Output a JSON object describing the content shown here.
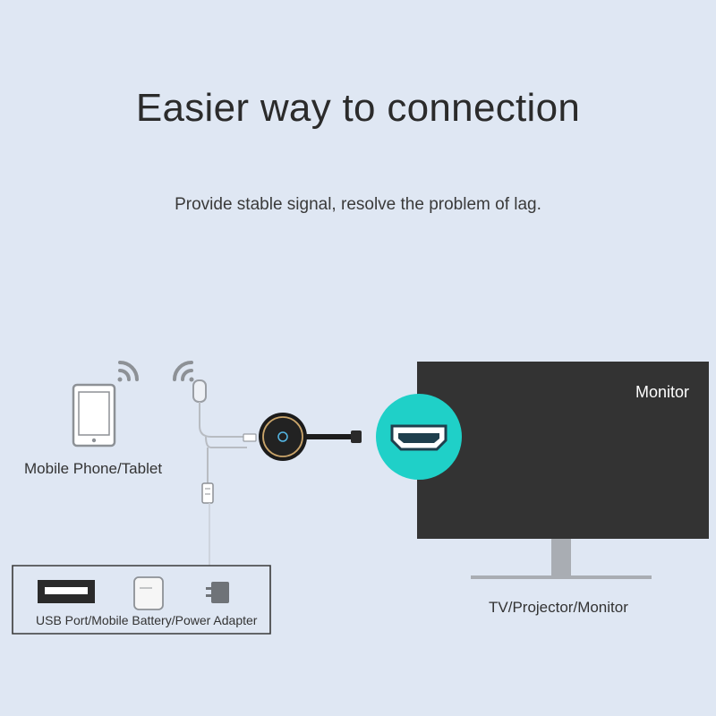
{
  "header": {
    "title": "Easier way to connection",
    "subtitle": "Provide stable signal, resolve the problem of lag."
  },
  "source": {
    "label": "Mobile Phone/Tablet",
    "icons": [
      "tablet-icon",
      "wifi-signal-icon"
    ]
  },
  "power": {
    "label": "USB Port/Mobile Battery/Power Adapter",
    "icons": [
      "usb-port-icon",
      "mobile-battery-icon",
      "power-adapter-icon"
    ]
  },
  "display": {
    "screen_text": "Monitor",
    "label": "TV/Projector/Monitor",
    "icons": [
      "hdmi-port-icon"
    ]
  },
  "colors": {
    "background": "#dfe7f3",
    "accent": "#1fd0c8",
    "screen": "#333333",
    "stand": "#a9adb3"
  }
}
